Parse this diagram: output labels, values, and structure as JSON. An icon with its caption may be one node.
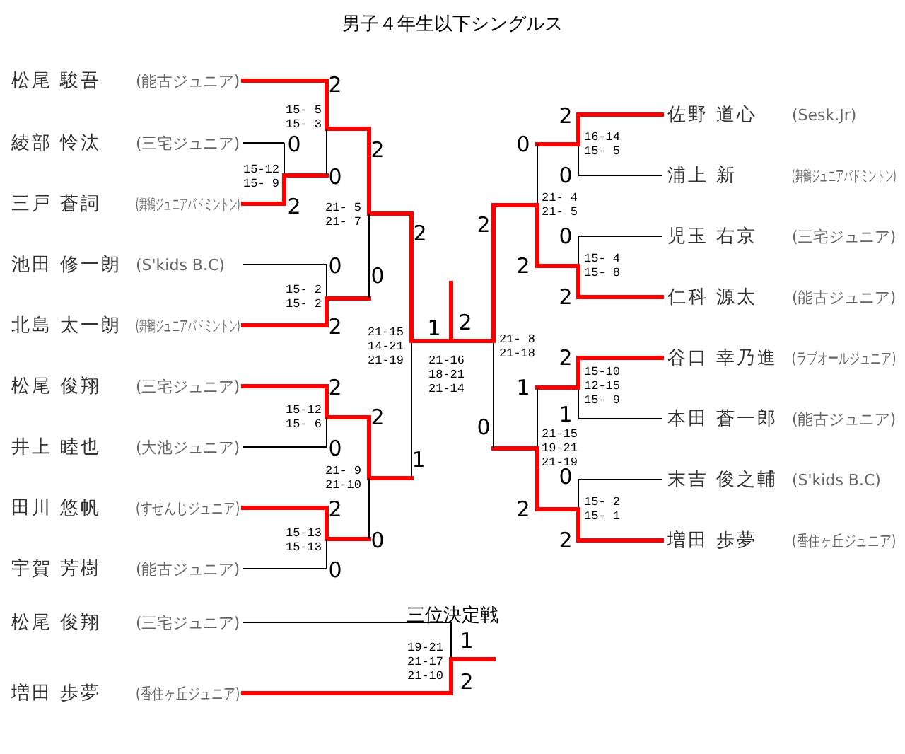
{
  "diagram": {
    "title": "男子４年生以下シングルス",
    "nodes": [
      {
        "text": [
          "松尾 駿吾",
          "(能古ジュニア)"
        ]
      },
      {
        "text": [
          "綾部 怜汰",
          "(三宅ジュニア)"
        ]
      },
      {
        "text": [
          "三戸 蒼詞",
          "(舞鶴ジュニアバドミントン)"
        ]
      },
      {
        "text": [
          "池田 修一朗",
          "(S'kids B.C)"
        ]
      },
      {
        "text": [
          "北島 太一朗",
          "(舞鶴ジュニアバドミントン)"
        ]
      },
      {
        "text": [
          "松尾 俊翔",
          "(三宅ジュニア)"
        ]
      },
      {
        "text": [
          "井上 睦也",
          "(大池ジュニア)"
        ]
      },
      {
        "text": [
          "田川 悠帆",
          "(すせんじジュニア)"
        ]
      },
      {
        "text": [
          "宇賀 芳樹",
          "(能古ジュニア)"
        ]
      },
      {
        "text": [
          "佐野 道心",
          "(Sesk.Jr)"
        ]
      },
      {
        "text": [
          "浦上 新",
          "(舞鶴ジュニアバドミントン)"
        ]
      },
      {
        "text": [
          "児玉 右京",
          "(三宅ジュニア)"
        ]
      },
      {
        "text": [
          "仁科 源太",
          "(能古ジュニア)"
        ]
      },
      {
        "text": [
          "谷口 幸乃進",
          "(ラブオールジュニア)"
        ]
      },
      {
        "text": [
          "本田 蒼一郎",
          "(能古ジュニア)"
        ]
      },
      {
        "text": [
          "末吉 俊之輔",
          "(S'kids B.C)"
        ]
      },
      {
        "text": [
          "増田 歩夢",
          "(香住ヶ丘ジュニア)"
        ]
      },
      {
        "text": [
          "松尾 俊翔",
          "(三宅ジュニア)"
        ]
      },
      {
        "text": [
          "増田 歩夢",
          "(香住ヶ丘ジュニア)"
        ]
      }
    ],
    "labels": [
      "2",
      "2",
      "15- 5 15- 3",
      "0",
      "0",
      "16-14 15- 5",
      "2",
      "0",
      "15-12 15- 9",
      "0",
      "21- 4 21- 5",
      "2",
      "21- 5 21- 7",
      "2",
      "2",
      "0",
      "0",
      "2",
      "15- 4 15- 8",
      "0",
      "15- 2 15- 2",
      "2",
      "2",
      "1",
      "2",
      "21-15 14-21 21-19",
      "21- 8 21-18",
      "2",
      "21-16 18-21 21-14",
      "15-10 12-15 15- 9",
      "2",
      "1",
      "1",
      "15-12 15- 6",
      "2",
      "0",
      "0",
      "21-15 19-21 21-19",
      "1",
      "0",
      "21- 9 21-10",
      "2",
      "2",
      "15- 2 15- 1",
      "2",
      "15-13 15-13",
      "0",
      "0",
      "三位決定戦",
      "1",
      "19-21 21-17 21-10",
      "2"
    ]
  }
}
